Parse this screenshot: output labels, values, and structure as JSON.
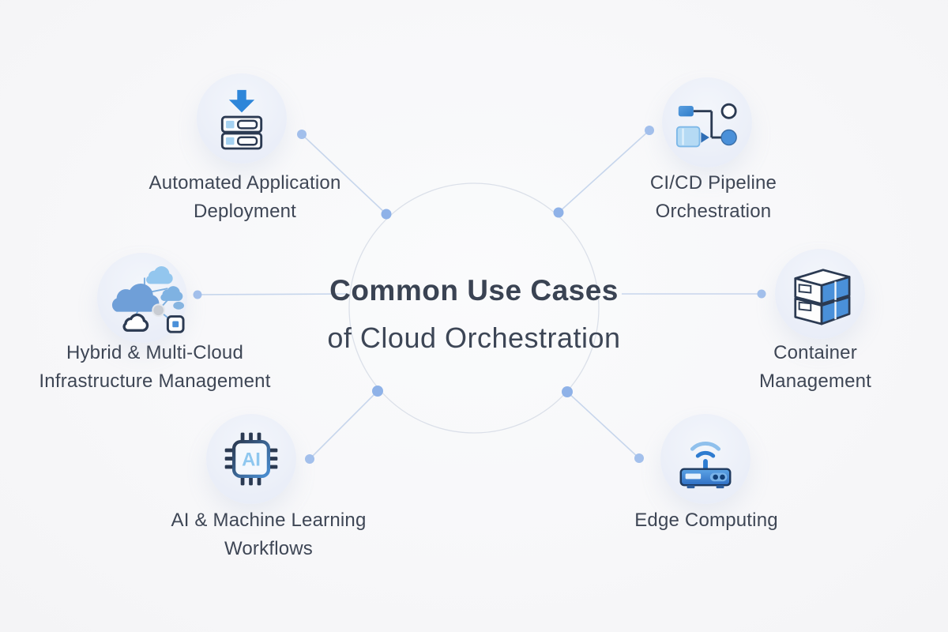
{
  "title": {
    "line1": "Common Use Cases",
    "line2": "of Cloud Orchestration"
  },
  "use_cases": [
    {
      "id": "automated-application-deployment",
      "label_line1": "Automated Application",
      "label_line2": "Deployment",
      "icon": "deploy-server-icon"
    },
    {
      "id": "cicd-pipeline-orchestration",
      "label_line1": "CI/CD Pipeline",
      "label_line2": "Orchestration",
      "icon": "cicd-pipeline-icon"
    },
    {
      "id": "hybrid-multicloud-infrastructure",
      "label_line1": "Hybrid & Multi-Cloud",
      "label_line2": "Infrastructure Management",
      "icon": "multi-cloud-icon"
    },
    {
      "id": "container-management",
      "label_line1": "Container",
      "label_line2": "Management",
      "icon": "container-stack-icon"
    },
    {
      "id": "ai-ml-workflows",
      "label_line1": "AI & Machine Learning",
      "label_line2": "Workflows",
      "icon": "ai-chip-icon",
      "icon_text": "AI"
    },
    {
      "id": "edge-computing",
      "label_line1": "Edge Computing",
      "label_line2": "",
      "icon": "edge-router-icon"
    }
  ],
  "colors": {
    "background": "#f8f8f9",
    "title_text": "#3a4353",
    "label_text": "#3e4655",
    "icon_outline": "#2b3a52",
    "accent_blue": "#2e86d9",
    "light_blue_fill": "#a6d2f1",
    "connector_line": "#c7d6ec",
    "connector_dot": "#9bbaea",
    "center_circle_stroke": "#dbe0e9",
    "icon_circle_bg": "#edf1f9"
  }
}
